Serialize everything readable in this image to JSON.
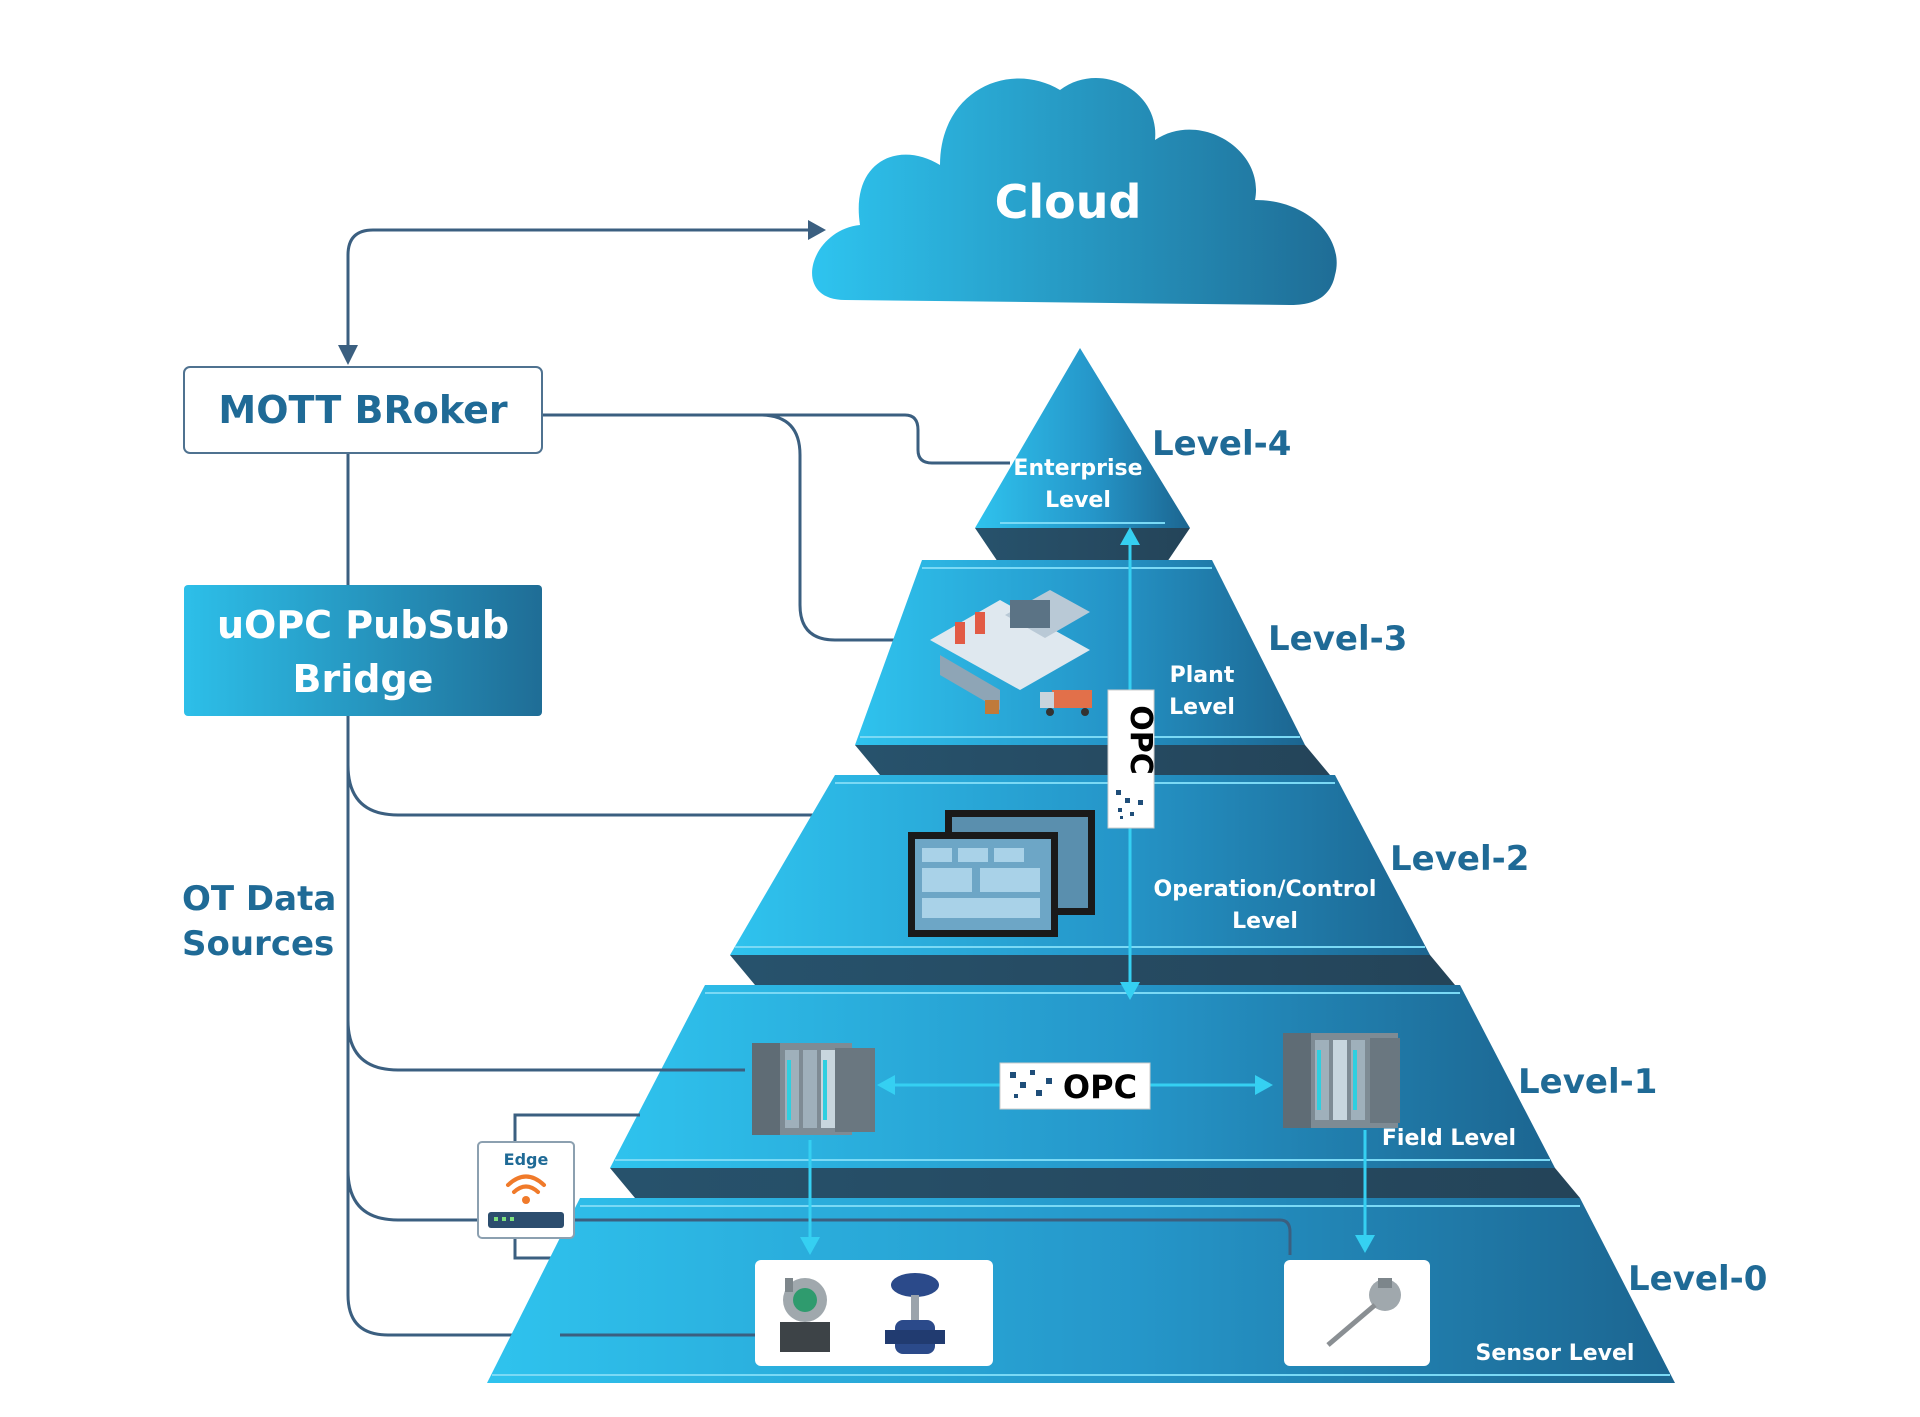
{
  "cloud": {
    "label": "Cloud"
  },
  "broker": {
    "label": "MOTT BRoker"
  },
  "bridge": {
    "line1": "uOPC PubSub",
    "line2": "Bridge"
  },
  "ot_sources": {
    "line1": "OT Data",
    "line2": "Sources"
  },
  "edge": {
    "label": "Edge"
  },
  "opc": {
    "logo_text": "OPC"
  },
  "levels": [
    {
      "tag": "Level-4",
      "name_line1": "Enterprise",
      "name_line2": "Level"
    },
    {
      "tag": "Level-3",
      "name_line1": "Plant",
      "name_line2": "Level"
    },
    {
      "tag": "Level-2",
      "name_line1": "Operation/Control",
      "name_line2": "Level"
    },
    {
      "tag": "Level-1",
      "name_line1": "Field Level",
      "name_line2": ""
    },
    {
      "tag": "Level-0",
      "name_line1": "Sensor Level",
      "name_line2": ""
    }
  ],
  "colors": {
    "tier_light": "#2ec0ec",
    "tier_dark": "#1d6a94",
    "label_blue": "#1f6a96",
    "line_dark": "#3b5f80",
    "arrow_cyan": "#35d0f2",
    "edge_orange": "#f07a2a"
  },
  "icons": {
    "factory": "factory-illustration-icon",
    "hmi": "hmi-panel-icon",
    "plc": "plc-controller-icon",
    "transmitter": "pressure-transmitter-icon",
    "valve": "control-valve-icon",
    "temperature": "temperature-probe-icon",
    "router": "wifi-router-icon"
  }
}
